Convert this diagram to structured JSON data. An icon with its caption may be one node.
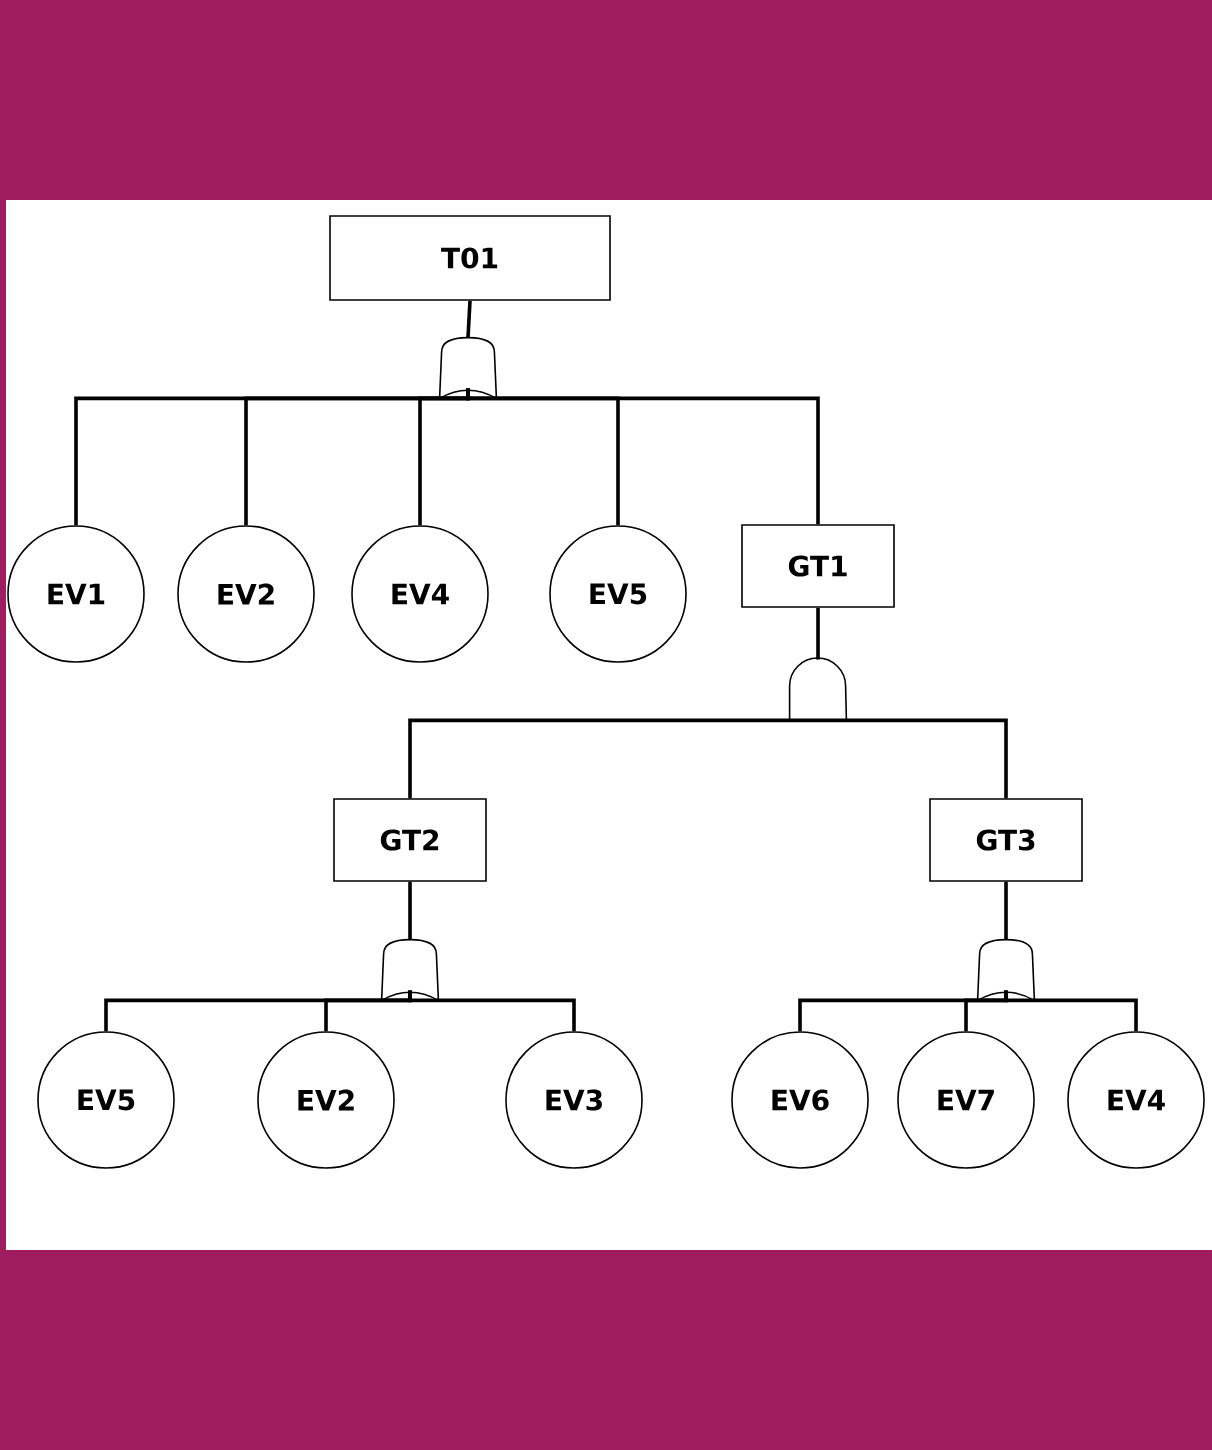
{
  "diagram": {
    "nodes": [
      {
        "text": [
          "T01"
        ]
      },
      {
        "text": [],
        "shape": "or-gate"
      },
      {
        "text": [
          "EV1"
        ]
      },
      {
        "text": [
          "EV2"
        ]
      },
      {
        "text": [
          "EV4"
        ]
      },
      {
        "text": [
          "EV5"
        ]
      },
      {
        "text": [
          "GT1"
        ]
      },
      {
        "text": [],
        "shape": "and-gate"
      },
      {
        "text": [
          "GT2"
        ]
      },
      {
        "text": [
          "GT3"
        ]
      },
      {
        "text": [],
        "shape": "or-gate"
      },
      {
        "text": [
          "EV5"
        ]
      },
      {
        "text": [
          "EV2"
        ]
      },
      {
        "text": [
          "EV3"
        ]
      },
      {
        "text": [],
        "shape": "or-gate"
      },
      {
        "text": [
          "EV6"
        ]
      },
      {
        "text": [
          "EV7"
        ]
      },
      {
        "text": [
          "EV4"
        ]
      }
    ],
    "edges": [
      {
        "from": 0,
        "to": 1,
        "arrow": "none"
      },
      {
        "from": 1,
        "to": 2,
        "arrow": "none"
      },
      {
        "from": 1,
        "to": 3,
        "arrow": "none"
      },
      {
        "from": 1,
        "to": 4,
        "arrow": "none"
      },
      {
        "from": 1,
        "to": 5,
        "arrow": "none"
      },
      {
        "from": 1,
        "to": 6,
        "arrow": "none"
      },
      {
        "from": 6,
        "to": 7,
        "arrow": "none"
      },
      {
        "from": 7,
        "to": 8,
        "arrow": "none"
      },
      {
        "from": 7,
        "to": 9,
        "arrow": "none"
      },
      {
        "from": 8,
        "to": 10,
        "arrow": "none"
      },
      {
        "from": 10,
        "to": 11,
        "arrow": "none"
      },
      {
        "from": 10,
        "to": 12,
        "arrow": "none"
      },
      {
        "from": 10,
        "to": 13,
        "arrow": "none"
      },
      {
        "from": 9,
        "to": 14,
        "arrow": "none"
      },
      {
        "from": 14,
        "to": 15,
        "arrow": "none"
      },
      {
        "from": 14,
        "to": 16,
        "arrow": "none"
      },
      {
        "from": 14,
        "to": 17,
        "arrow": "none"
      }
    ]
  }
}
